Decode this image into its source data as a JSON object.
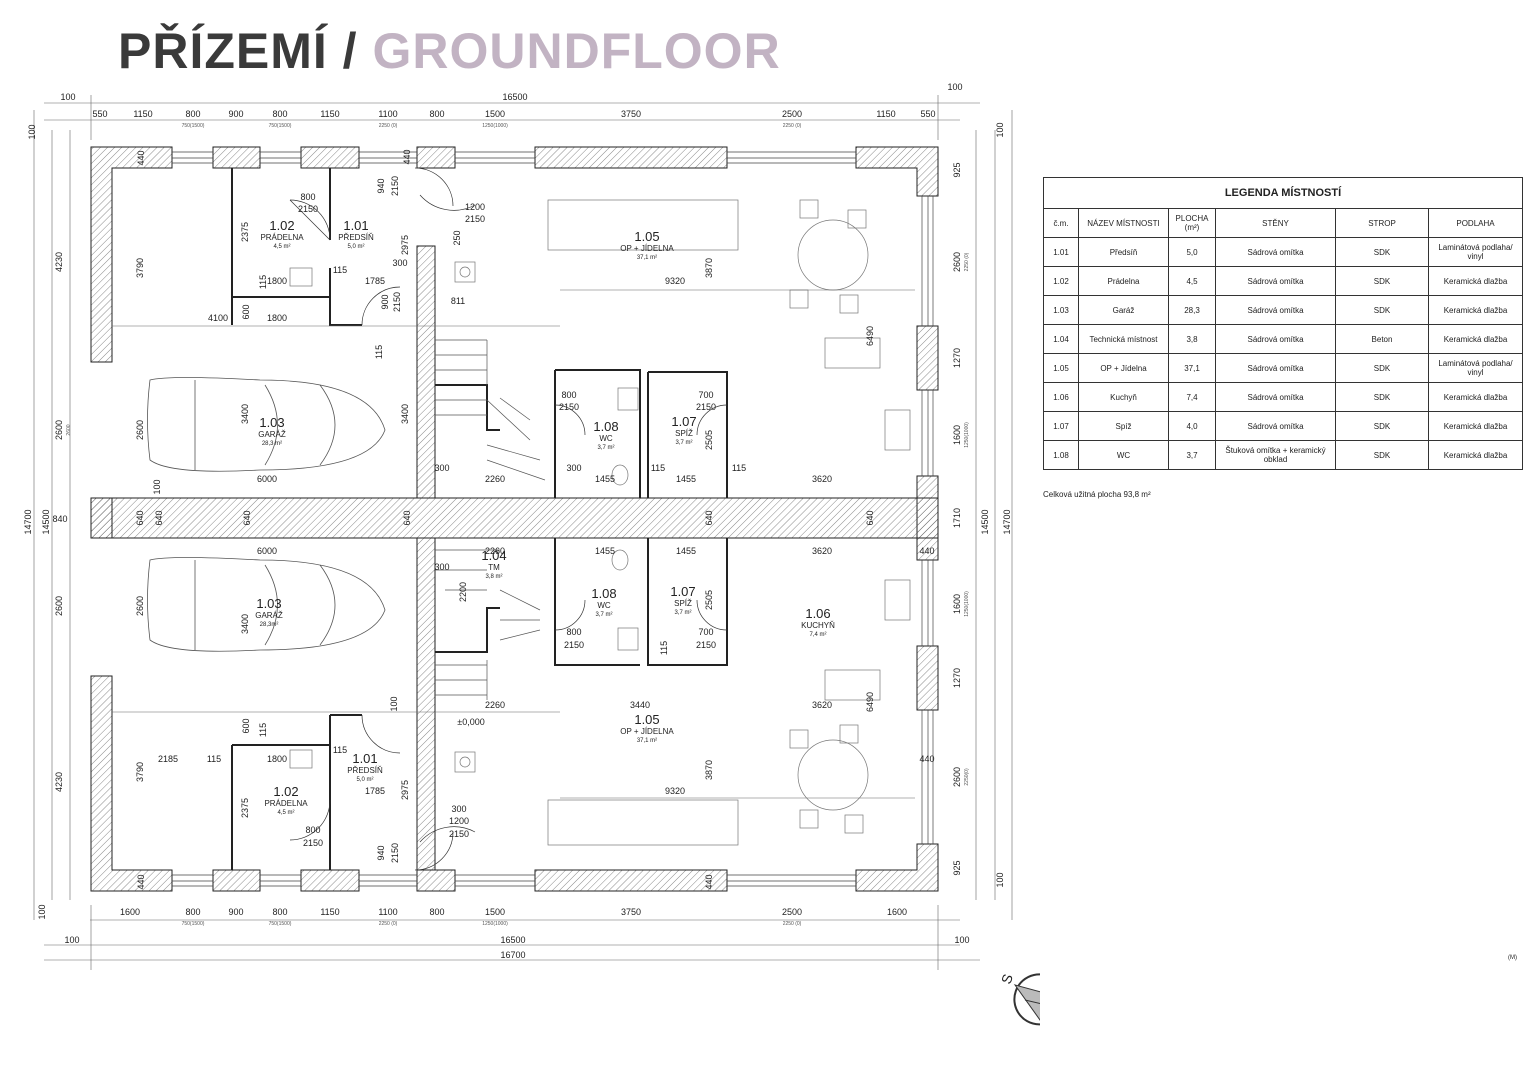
{
  "title": {
    "cz": "PŘÍZEMÍ /",
    "en": "GROUNDFLOOR"
  },
  "dims": {
    "top_total": "16500",
    "top_left": "100",
    "top_right": "100",
    "top_row": [
      "550",
      "1150",
      "800",
      "900",
      "800",
      "1150",
      "1100",
      "800",
      "1500",
      "3750",
      "2500",
      "1150",
      "550"
    ],
    "top_subs": [
      "750(1500)",
      "750(1500)",
      "2250 (0)",
      "1250(1000)",
      "2250 (0)"
    ],
    "bottom_row": [
      "1600",
      "800",
      "900",
      "800",
      "1150",
      "1100",
      "800",
      "1500",
      "3750",
      "2500",
      "1600"
    ],
    "bottom_subs": [
      "750(1500)",
      "750(1500)",
      "2250 (0)",
      "1250(1000)",
      "2250 (0)"
    ],
    "bottom_total1": "16500",
    "bottom_total2": "16700",
    "bottom_left": "100",
    "bottom_right": "100",
    "left_outer": "14700",
    "left_mid": "14500",
    "left_sub": "2600",
    "left_col": [
      "100",
      "4230",
      "2600",
      "840",
      "2600",
      "4230",
      "100"
    ],
    "right_outer": "14700",
    "right_mid": "14500",
    "right_col": [
      "100",
      "925",
      "2600",
      "1270",
      "1600",
      "1710",
      "1600",
      "1270",
      "2600",
      "925",
      "100"
    ],
    "right_subs": [
      "2250 (0)",
      "1250(1000)",
      "1250(1000)",
      "2250(0)"
    ],
    "interior": [
      "3790",
      "4100",
      "600",
      "1800",
      "115",
      "2375",
      "1800",
      "1785",
      "115",
      "300",
      "2975",
      "900",
      "2150",
      "800",
      "2150",
      "940",
      "2150",
      "440",
      "1200",
      "2150",
      "250",
      "811",
      "9320",
      "3870",
      "6490",
      "115",
      "3400",
      "3400",
      "2600",
      "6000",
      "100",
      "640",
      "640",
      "640",
      "640",
      "640",
      "640",
      "300",
      "2260",
      "800",
      "2150",
      "300",
      "1455",
      "115",
      "700",
      "2150",
      "1455",
      "2505",
      "115",
      "3620",
      "6000",
      "2260",
      "1455",
      "1455",
      "3620",
      "440",
      "300",
      "2200",
      "3400",
      "2600",
      "800",
      "2150",
      "700",
      "2150",
      "2505",
      "115",
      "3440",
      "3620",
      "2260",
      "±0,000",
      "6490",
      "600",
      "115",
      "2185",
      "115",
      "1800",
      "115",
      "1785",
      "2975",
      "300",
      "1200",
      "2150",
      "940",
      "2150",
      "800",
      "2150",
      "2375",
      "3790",
      "9320",
      "3870",
      "440",
      "440",
      "440",
      "100",
      "1800"
    ]
  },
  "rooms": [
    {
      "no": "1.02",
      "name": "PRÁDELNA",
      "area": "4,5 m²"
    },
    {
      "no": "1.01",
      "name": "PŘEDSÍŇ",
      "area": "5,0 m²"
    },
    {
      "no": "1.05",
      "name": "OP + JÍDELNA",
      "area": "37,1 m²"
    },
    {
      "no": "1.03",
      "name": "GARÁŽ",
      "area": "28,3 m²"
    },
    {
      "no": "1.08",
      "name": "WC",
      "area": "3,7 m²"
    },
    {
      "no": "1.07",
      "name": "SPÍŽ",
      "area": "3,7 m²"
    },
    {
      "no": "1.04",
      "name": "TM",
      "area": "3,8 m²"
    },
    {
      "no": "1.08",
      "name": "WC",
      "area": "3,7 m²"
    },
    {
      "no": "1.07",
      "name": "SPÍŽ",
      "area": "3,7 m²"
    },
    {
      "no": "1.03",
      "name": "GARÁŽ",
      "area": "28,3m²"
    },
    {
      "no": "1.06",
      "name": "KUCHYŇ",
      "area": "7,4 m²"
    },
    {
      "no": "1.05",
      "name": "OP + JÍDELNA",
      "area": "37,1 m²"
    },
    {
      "no": "1.01",
      "name": "PŘEDSÍŇ",
      "area": "5,0 m²"
    },
    {
      "no": "1.02",
      "name": "PRÁDELNA",
      "area": "4,5 m²"
    }
  ],
  "legend": {
    "title": "LEGENDA MÍSTNOSTÍ",
    "headers": [
      "č.m.",
      "NÁZEV MÍSTNOSTI",
      "PLOCHA (m²)",
      "STĚNY",
      "STROP",
      "PODLAHA"
    ],
    "rows": [
      [
        "1.01",
        "Předsíň",
        "5,0",
        "Sádrová omítka",
        "SDK",
        "Laminátová podlaha/ vinyl"
      ],
      [
        "1.02",
        "Prádelna",
        "4,5",
        "Sádrová omítka",
        "SDK",
        "Keramická dlažba"
      ],
      [
        "1.03",
        "Garáž",
        "28,3",
        "Sádrová omítka",
        "SDK",
        "Keramická dlažba"
      ],
      [
        "1.04",
        "Technická místnost",
        "3,8",
        "Sádrová omítka",
        "Beton",
        "Keramická dlažba"
      ],
      [
        "1.05",
        "OP + Jídelna",
        "37,1",
        "Sádrová omítka",
        "SDK",
        "Laminátová podlaha/ vinyl"
      ],
      [
        "1.06",
        "Kuchyň",
        "7,4",
        "Sádrová omítka",
        "SDK",
        "Keramická dlažba"
      ],
      [
        "1.07",
        "Spíž",
        "4,0",
        "Sádrová omítka",
        "SDK",
        "Keramická dlažba"
      ],
      [
        "1.08",
        "WC",
        "3,7",
        "Štuková omítka + keramický obklad",
        "SDK",
        "Keramická dlažba"
      ]
    ],
    "total": "Celková užitná plocha 93,8 m²"
  },
  "compass": "S",
  "scale_note": "(M)"
}
